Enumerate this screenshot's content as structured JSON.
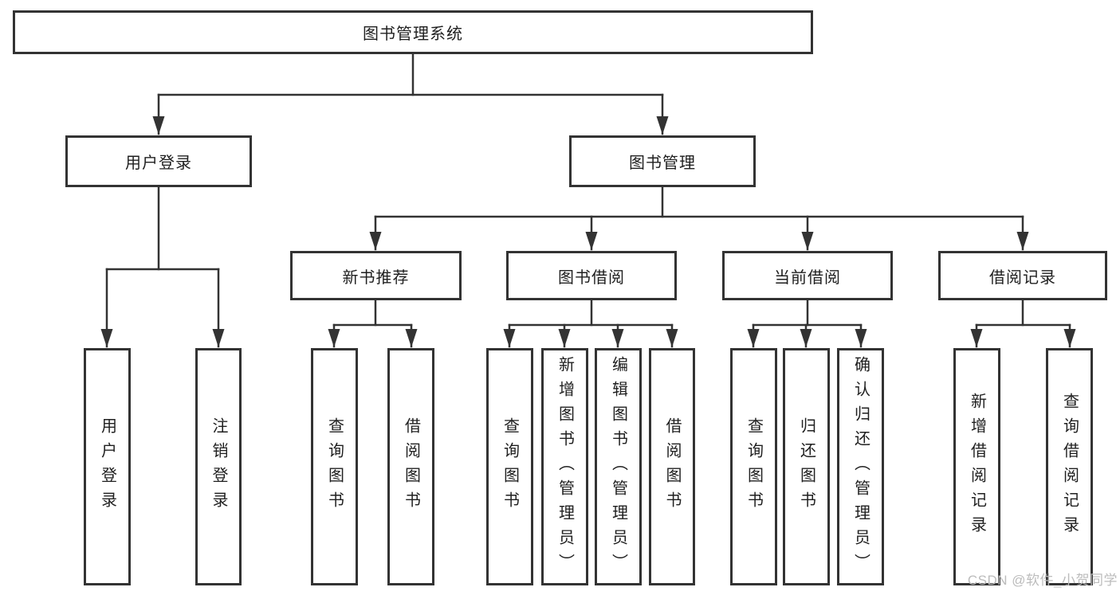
{
  "tree": {
    "root": {
      "label": "图书管理系统"
    },
    "branches": [
      {
        "label": "用户登录",
        "children": [
          {
            "label": "用户登录"
          },
          {
            "label": "注销登录"
          }
        ]
      },
      {
        "label": "图书管理",
        "children": [
          {
            "label": "新书推荐",
            "children": [
              {
                "label": "查询图书"
              },
              {
                "label": "借阅图书"
              }
            ]
          },
          {
            "label": "图书借阅",
            "children": [
              {
                "label": "查询图书"
              },
              {
                "label": "新增图书（管理员）"
              },
              {
                "label": "编辑图书（管理员）"
              },
              {
                "label": "借阅图书"
              }
            ]
          },
          {
            "label": "当前借阅",
            "children": [
              {
                "label": "查询图书"
              },
              {
                "label": "归还图书"
              },
              {
                "label": "确认归还（管理员）"
              }
            ]
          },
          {
            "label": "借阅记录",
            "children": [
              {
                "label": "新增借阅记录"
              },
              {
                "label": "查询借阅记录"
              }
            ]
          }
        ]
      }
    ]
  },
  "watermark": {
    "text": "CSDN @软件_小贺同学"
  },
  "colors": {
    "page_bg": "#ffffff",
    "line": "#333333",
    "box_border": "#333333",
    "box_bg": "#ffffff",
    "text": "#1f1f1f",
    "watermark": "#bcbcbc"
  }
}
